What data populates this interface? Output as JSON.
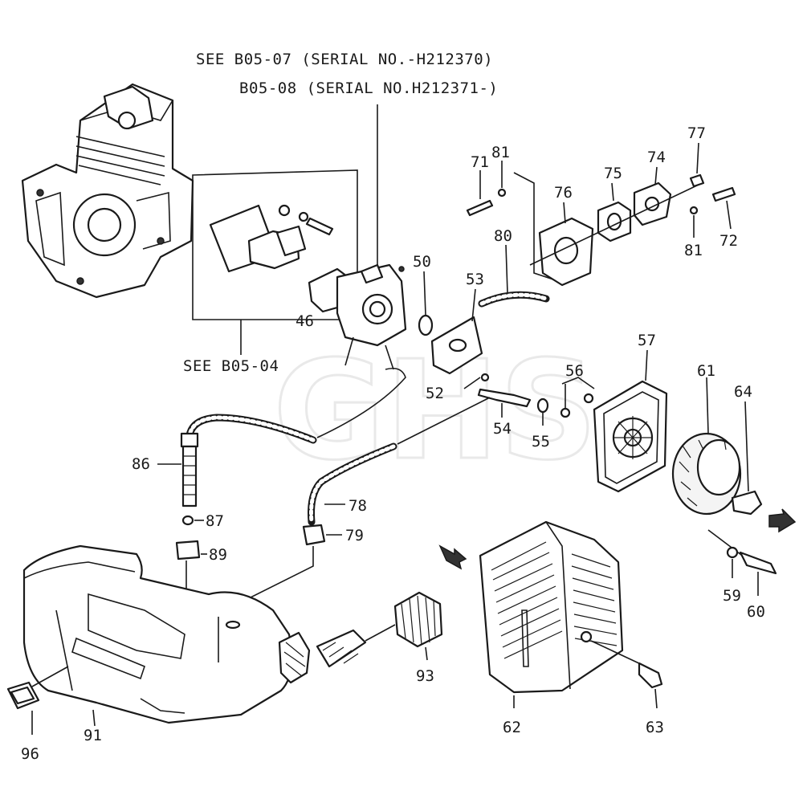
{
  "notes": {
    "see_b0507": "SEE B05-07 (SERIAL NO.-H212370)",
    "see_b0508": "B05-08 (SERIAL NO.H212371-)",
    "see_b0504": "SEE B05-04"
  },
  "watermark": "GHS",
  "parts": {
    "p46": "46",
    "p50": "50",
    "p52": "52",
    "p53": "53",
    "p54": "54",
    "p55": "55",
    "p56": "56",
    "p57": "57",
    "p59": "59",
    "p60": "60",
    "p61": "61",
    "p62": "62",
    "p63": "63",
    "p64": "64",
    "p71": "71",
    "p72": "72",
    "p74": "74",
    "p75": "75",
    "p76": "76",
    "p77": "77",
    "p78": "78",
    "p79": "79",
    "p80": "80",
    "p81a": "81",
    "p81b": "81",
    "p86": "86",
    "p87": "87",
    "p89": "89",
    "p91": "91",
    "p93": "93",
    "p96": "96"
  }
}
